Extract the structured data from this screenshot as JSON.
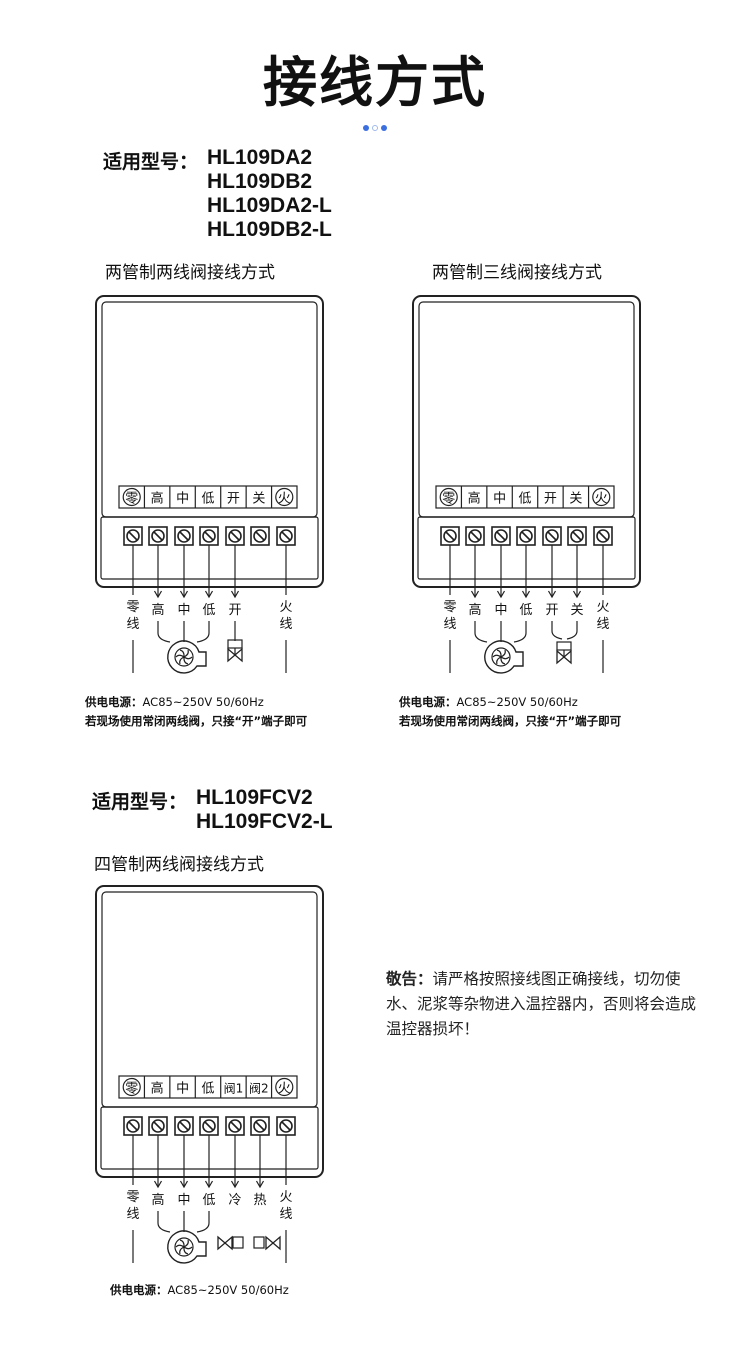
{
  "page": {
    "title": "接线方式",
    "dot_colors": [
      "#3b6fe0",
      "#9fb8ef",
      "#3b6fe0"
    ]
  },
  "section1": {
    "model_label": "适用型号：",
    "models": [
      "HL109DA2",
      "HL109DB2",
      "HL109DA2-L",
      "HL109DB2-L"
    ]
  },
  "section2": {
    "model_label": "适用型号：",
    "models": [
      "HL109FCV2",
      "HL109FCV2-L"
    ]
  },
  "diagrams": [
    {
      "title": "两管制两线阀接线方式",
      "terminal_labels": [
        "零",
        "高",
        "中",
        "低",
        "开",
        "关",
        "火"
      ],
      "wire_labels": [
        "零线",
        "高",
        "中",
        "低",
        "开",
        "",
        "火线"
      ],
      "power_label": "供电电源：",
      "power_value": "AC85~250V 50/60Hz",
      "note": "若现场使用常闭两线阀，只接“开”端子即可"
    },
    {
      "title": "两管制三线阀接线方式",
      "terminal_labels": [
        "零",
        "高",
        "中",
        "低",
        "开",
        "关",
        "火"
      ],
      "wire_labels": [
        "零线",
        "高",
        "中",
        "低",
        "开",
        "关",
        "火线"
      ],
      "power_label": "供电电源：",
      "power_value": "AC85~250V 50/60Hz",
      "note": "若现场使用常闭两线阀，只接“开”端子即可"
    },
    {
      "title": "四管制两线阀接线方式",
      "terminal_labels": [
        "零",
        "高",
        "中",
        "低",
        "阀1",
        "阀2",
        "火"
      ],
      "wire_labels": [
        "零线",
        "高",
        "中",
        "低",
        "冷",
        "热",
        "火线"
      ],
      "power_label": "供电电源：",
      "power_value": "AC85~250V 50/60Hz"
    }
  ],
  "warning": {
    "label": "敬告：",
    "text": "请严格按照接线图正确接线，切勿使水、泥浆等杂物进入温控器内，否则将会造成温控器损坏！"
  }
}
